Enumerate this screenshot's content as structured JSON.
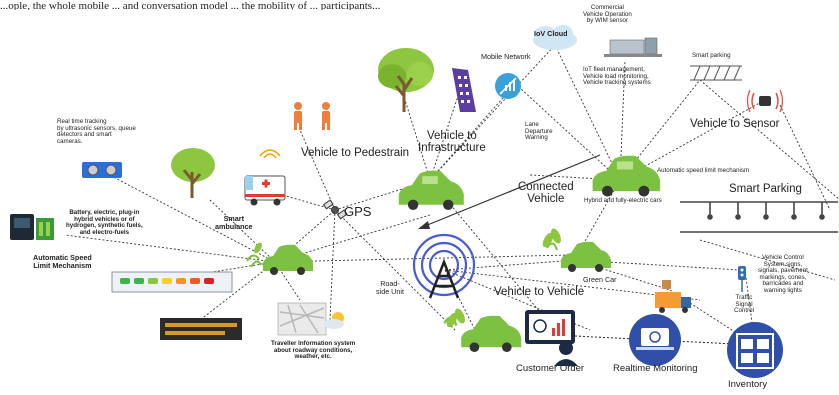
{
  "top_text": "...ople, the whole mobile ... and conversation model ... the mobility of ... participants...",
  "labels": {
    "iov_cloud": "IoV Cloud",
    "commercial_vehicle": "Commercial\nVehicle Operation\nby WIM sensor",
    "iot_fleet": "IoT fleet management,\nVehicle load monitoring,\nVehicle tracking systems",
    "mobile_network": "Mobile Network",
    "smart_parking_small": "Smart parking",
    "vehicle_to_sensor": "Vehicle to Sensor",
    "realtime_tracking": "Real time tracking\nby ultrasonic sensors, queue\ndetectors and smart\ncameras.",
    "vehicle_to_pedestrain": "Vehicle to Pedestrain",
    "vehicle_to_infrastructure": "Vehicle to\nInfrastructure",
    "lane_departure": "Lane\nDeparture\nWarning",
    "connected_vehicle": "Connected\nVehicle",
    "auto_speed_mechanism": "Automatic speed limit mechanism",
    "smart_parking_large": "Smart Parking",
    "hybrid_cars": "Hybrid and fully-electric cars",
    "battery_fuels": "Battery, electric, plug-in\nhybrid vehicles or of\nhydrogen, synthetic fuels,\nand electro-fuels",
    "smart_ambulance": "Smart\nambulance",
    "gps": "GPS",
    "auto_speed_limit": "Automatic Speed\nLimit Mechanism",
    "road_side_unit": "Road-\nside Unit",
    "green_car": "Green Car",
    "vehicle_control": "Vehicle Control\nSystem signs,\nsignals, pavement\nmarkings, cones,\nbarricades and\nwarning lights",
    "vehicle_to_vehicle": "Vehicle to Vehicle",
    "traffic_signal": "Traffic\nSignal\nControl",
    "traveller_info": "Traveller Information system\nabout roadway conditions,\nweather, etc.",
    "customer_order": "Customer Order",
    "realtime_monitoring": "Realtime Monitoring",
    "inventory": "Inventory"
  },
  "colors": {
    "car_green": "#7cc142",
    "car_dark": "#3d8c1f",
    "tree_crown": "#8dc63f",
    "tree_trunk": "#7a5a32",
    "building": "#5a3fa0",
    "person": "#f07d3b",
    "tower": "#222222",
    "signal_ring": "#4a5bd0",
    "circle_blue": "#2f4fa8",
    "mobile_circle": "#3aa0d8",
    "cloud": "#cfe6f5",
    "line": "#333333"
  }
}
